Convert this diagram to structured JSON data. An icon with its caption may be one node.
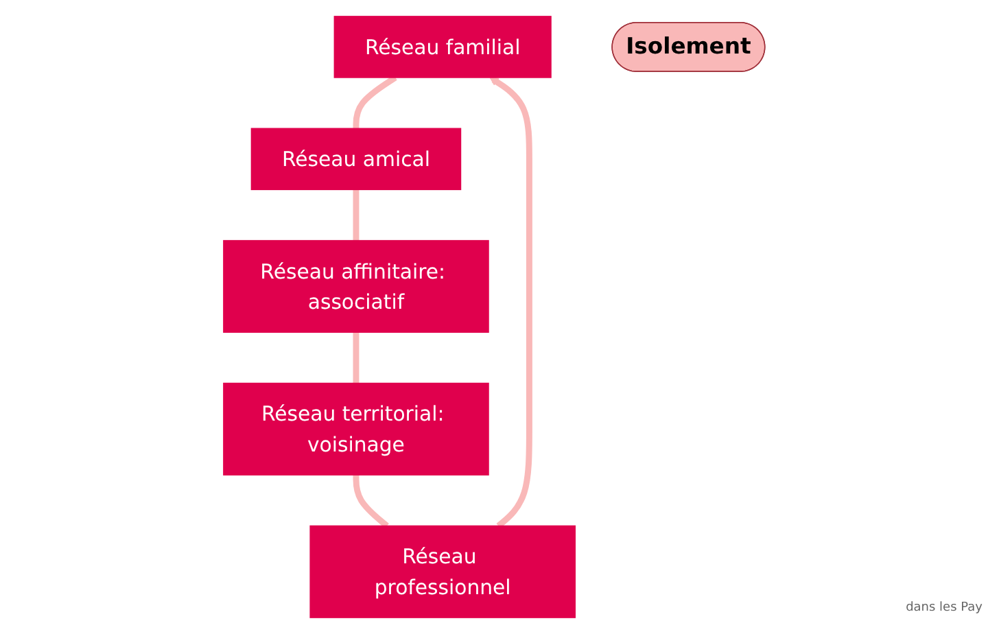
{
  "diagram": {
    "nodes": [
      {
        "text": [
          "Réseau familial"
        ]
      },
      {
        "text": [
          "Réseau professionnel"
        ]
      },
      {
        "text": [
          "Réseau amical"
        ]
      },
      {
        "text": [
          "Isolement"
        ]
      },
      {
        "text": [
          "Réseau territorial: voisinage"
        ]
      },
      {
        "text": [
          "Réseau affinitaire: associatif"
        ]
      }
    ],
    "edges": [
      {
        "from": 0,
        "to": 2,
        "arrow": "none"
      },
      {
        "from": 2,
        "to": 5,
        "arrow": "none"
      },
      {
        "from": 5,
        "to": 4,
        "arrow": "none"
      },
      {
        "from": 4,
        "to": 1,
        "arrow": "none"
      },
      {
        "from": 1,
        "to": 0,
        "arrow": "to"
      }
    ],
    "labels": [
      "dans les Pay"
    ]
  }
}
